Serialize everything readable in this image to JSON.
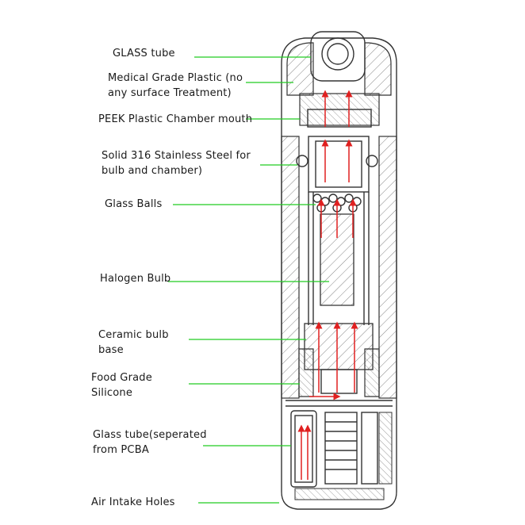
{
  "labels": {
    "glass_tube": "GLASS tube",
    "medical_plastic_1": "Medical Grade Plastic (no",
    "medical_plastic_2": "any surface Treatment)",
    "peek_mouth": "PEEK Plastic Chamber mouth",
    "steel_1": "Solid 316 Stainless Steel for",
    "steel_2": "bulb and chamber)",
    "glass_balls": "Glass Balls",
    "halogen_bulb": "Halogen Bulb",
    "ceramic_1": "Ceramic bulb",
    "ceramic_2": "base",
    "silicone_1": "Food Grade",
    "silicone_2": "Silicone",
    "glass_tube_pcba_1": "Glass tube(seperated",
    "glass_tube_pcba_2": "from PCBA",
    "air_intake": "Air Intake Holes"
  },
  "colors": {
    "leader_line": "#22cc22",
    "airflow_arrow": "#e02020",
    "outline": "#333333"
  }
}
